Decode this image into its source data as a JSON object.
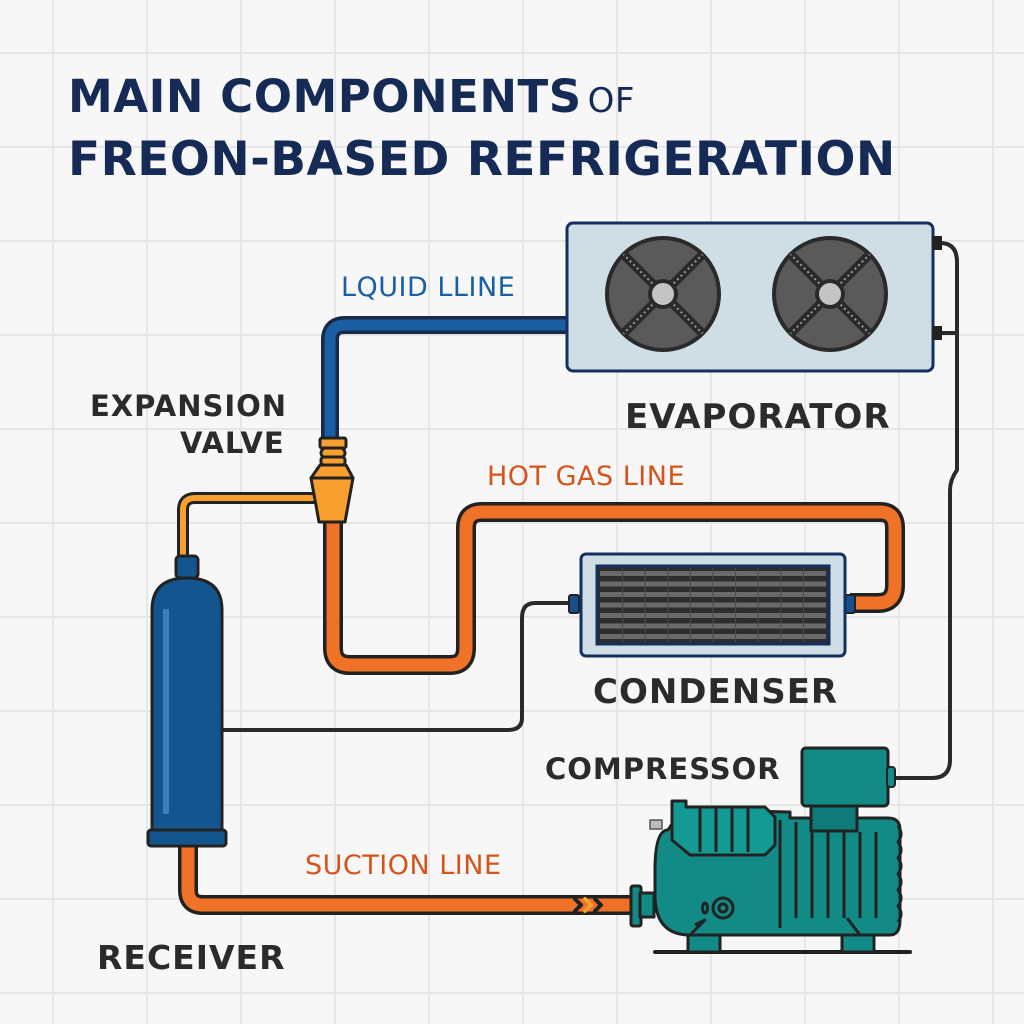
{
  "title": {
    "line1_main": "MAIN COMPONENTS",
    "line1_suffix": "OF",
    "line2": "FREON-BASED REFRIGERATION"
  },
  "components": {
    "evaporator": "EVAPORATOR",
    "condenser": "CONDENSER",
    "compressor": "COMPRESSOR",
    "expansion_valve_line1": "EXPANSION",
    "expansion_valve_line2": "VALVE",
    "receiver": "RECEIVER"
  },
  "lines": {
    "liquid_line": "LQUID LLINE",
    "hot_gas_line": "HOT GAS LINE",
    "suction_line": "SUCTION LINE"
  },
  "colors": {
    "title": "#152b55",
    "liquid_line": "#1a5fa3",
    "hot_gas_line": "#f07228",
    "hot_gas_label": "#d4541c",
    "suction_line": "#f07228",
    "valve": "#f7a030",
    "receiver": "#15558f",
    "compressor": "#128a86",
    "evaporator_body": "#cfdde5",
    "outline": "#2a2a2a"
  }
}
